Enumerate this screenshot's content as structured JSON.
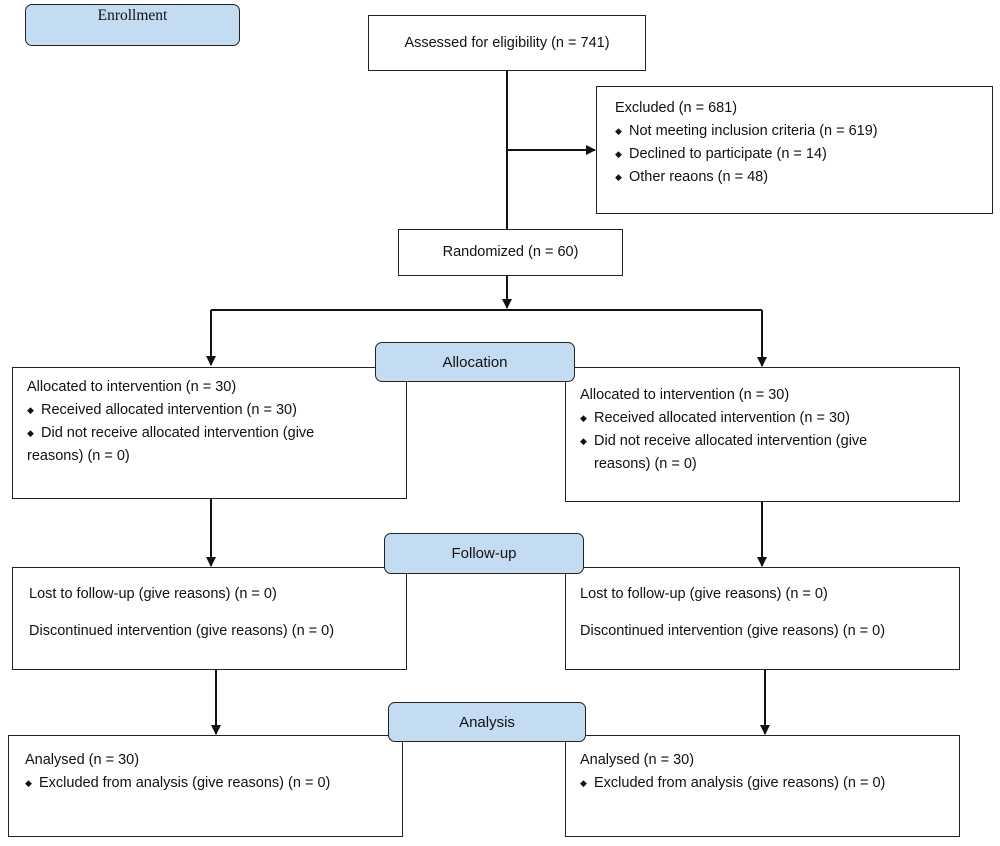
{
  "stages": {
    "enrollment": "Enrollment",
    "allocation": "Allocation",
    "followup": "Follow-up",
    "analysis": "Analysis"
  },
  "assessed": "Assessed for eligibility (n = 741)",
  "excluded": {
    "title": "Excluded (n = 681)",
    "items": [
      "Not meeting inclusion criteria  (n = 619)",
      "Declined to participate (n = 14)",
      "Other reaons (n = 48)"
    ]
  },
  "randomized": "Randomized (n = 60)",
  "left_arm": {
    "allocation": {
      "title": "Allocated to intervention (n = 30)",
      "received": "Received allocated intervention (n = 30)",
      "not_received_1": "Did not receive allocated intervention (give",
      "not_received_2": "reasons) (n = 0)"
    },
    "followup": {
      "lost": "Lost to follow-up (give reasons) (n = 0)",
      "discontinued": "Discontinued intervention (give reasons) (n = 0)"
    },
    "analysis": {
      "analysed": "Analysed (n = 30)",
      "excluded": "Excluded from analysis (give reasons) (n = 0)"
    }
  },
  "right_arm": {
    "allocation": {
      "title": "Allocated to intervention (n = 30)",
      "received": "Received allocated intervention (n = 30)",
      "not_received_1": "Did not receive allocated intervention (give",
      "not_received_2": "reasons) (n = 0)"
    },
    "followup": {
      "lost": "Lost to follow-up (give reasons) (n = 0)",
      "discontinued": "Discontinued intervention (give reasons) (n = 0)"
    },
    "analysis": {
      "analysed": "Analysed (n = 30)",
      "excluded": "Excluded from analysis (give reasons) (n = 0)"
    }
  }
}
